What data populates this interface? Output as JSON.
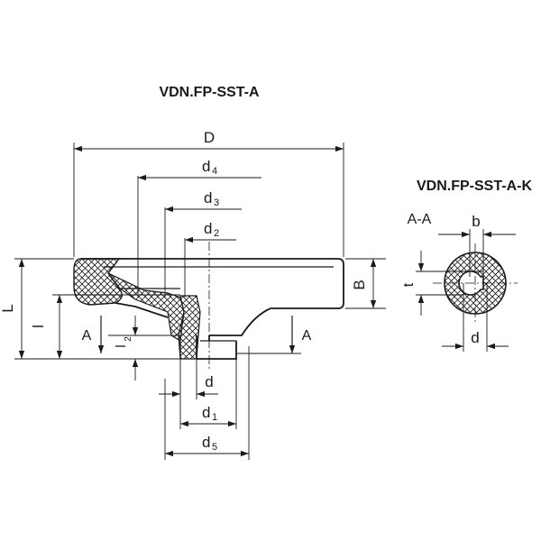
{
  "titles": {
    "main": "VDN.FP-SST-A",
    "detail": "VDN.FP-SST-A-K"
  },
  "dims": {
    "D": "D",
    "d4": "d",
    "d4_sub": "4",
    "d3": "d",
    "d3_sub": "3",
    "d2": "d",
    "d2_sub": "2",
    "B": "B",
    "L": "L",
    "l": "l",
    "l2": "l",
    "l2_sub": "2",
    "d": "d",
    "d1": "d",
    "d1_sub": "1",
    "d5": "d",
    "d5_sub": "5",
    "section_left": "A",
    "section_right": "A"
  },
  "detail_view": {
    "section": "A-A",
    "b": "b",
    "t": "t",
    "d": "d"
  }
}
